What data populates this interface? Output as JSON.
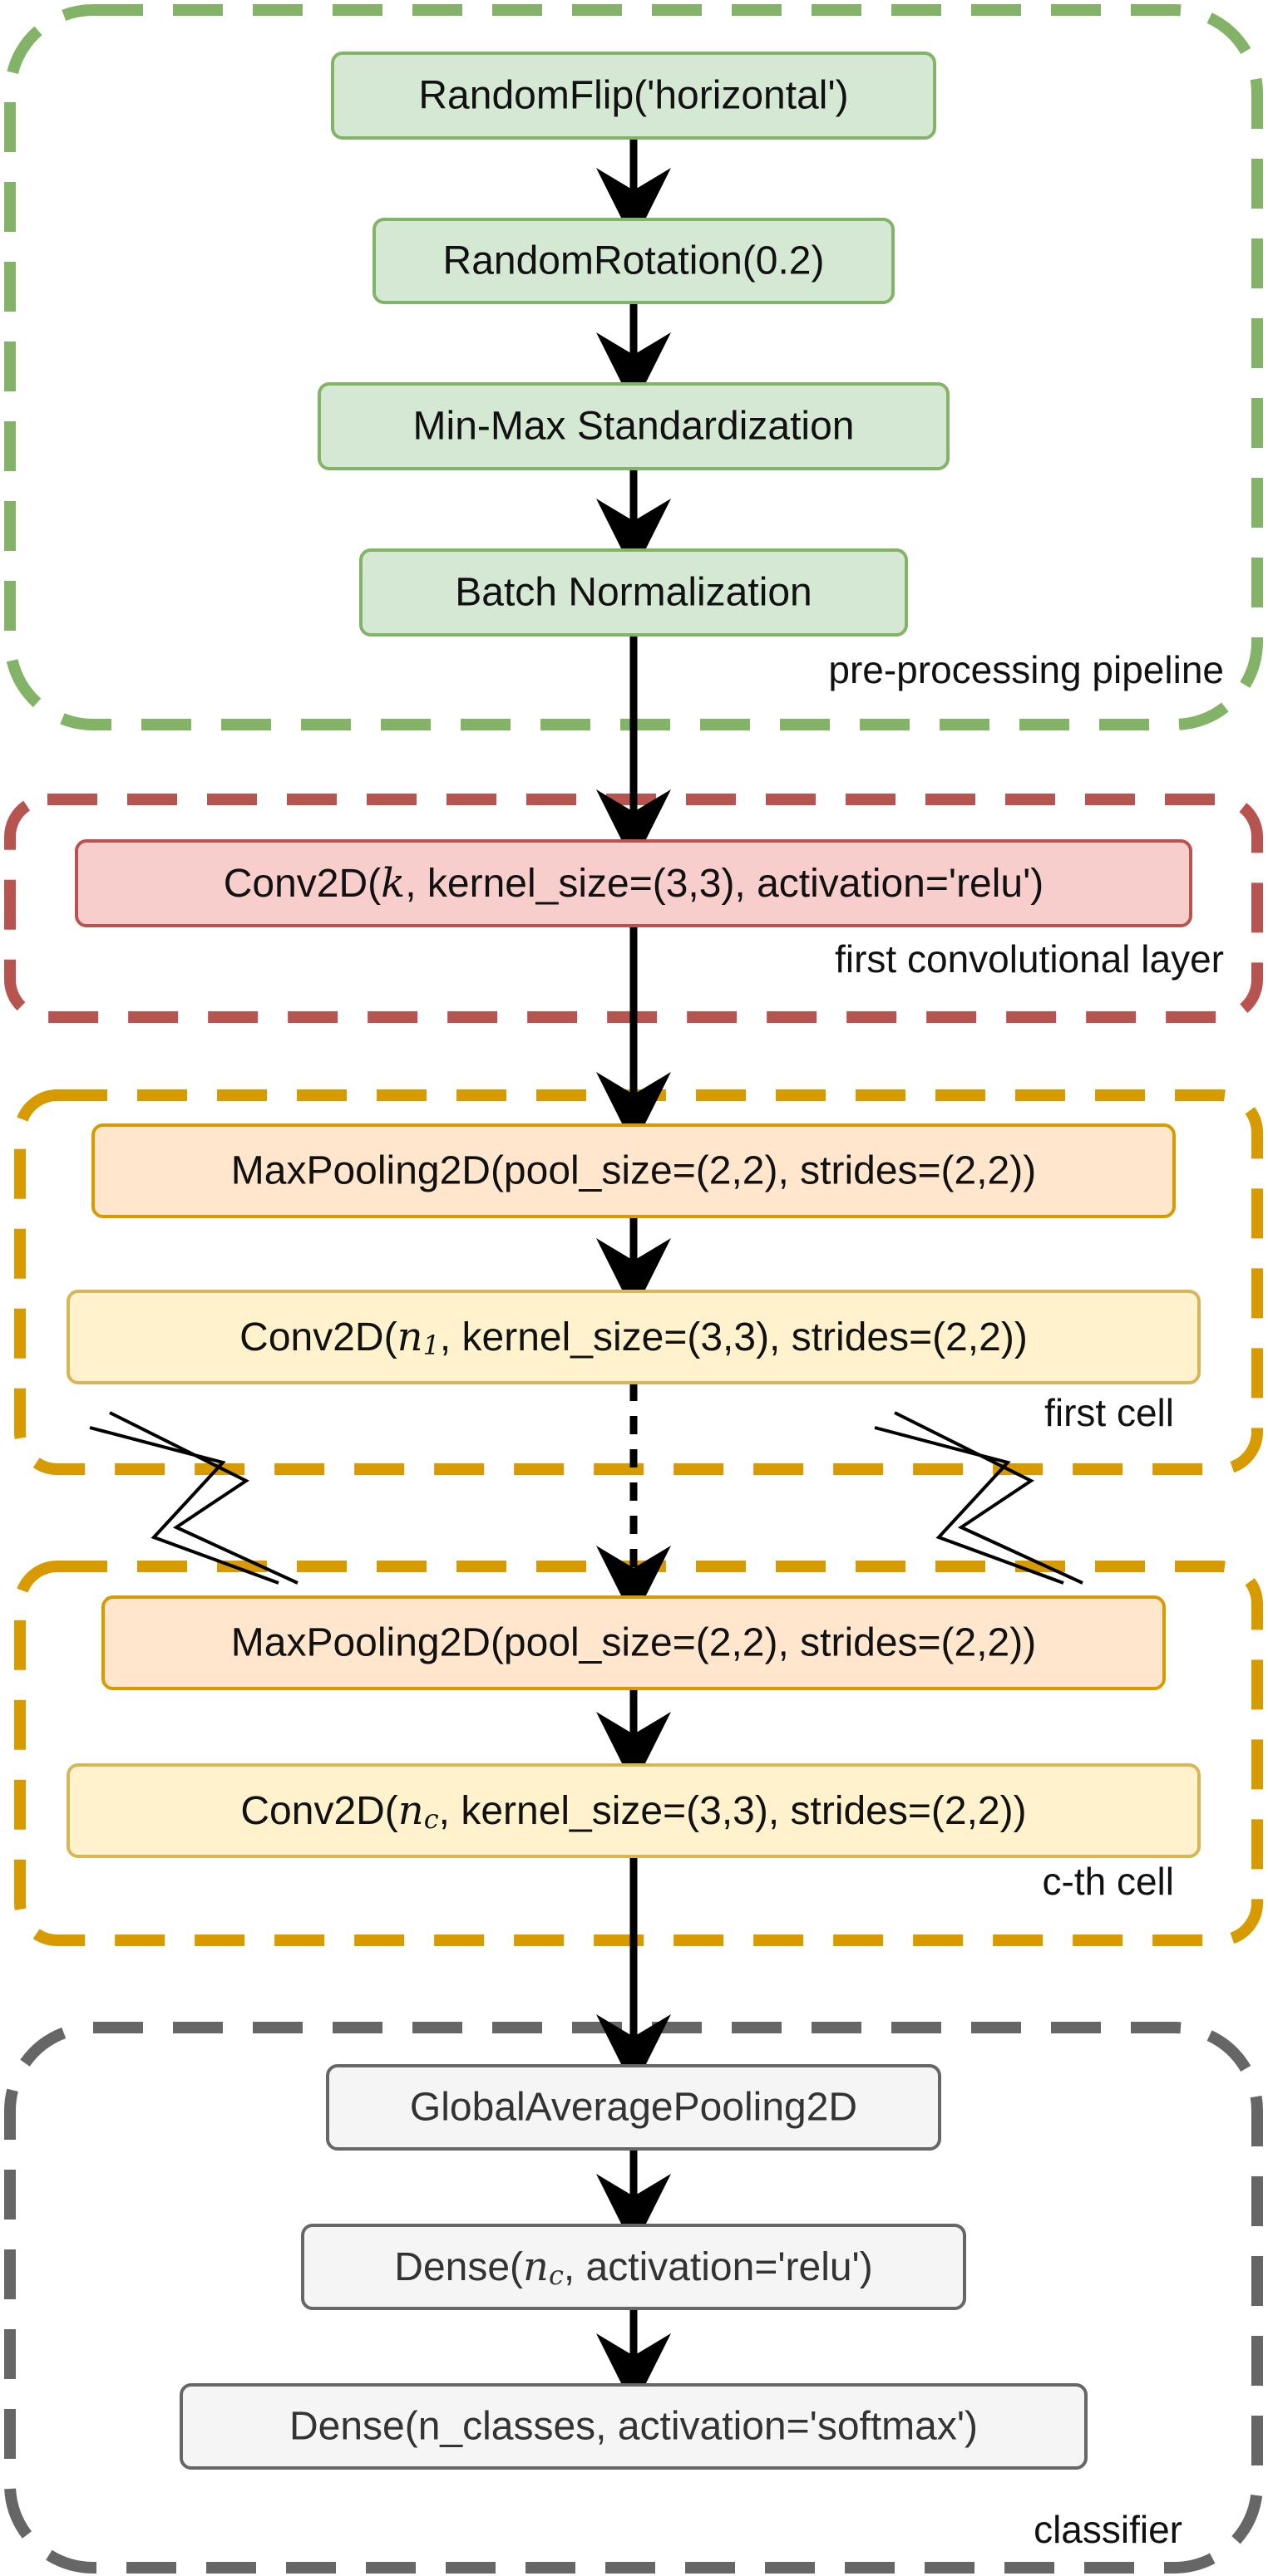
{
  "groups": {
    "preprocessing": {
      "label": "pre-processing pipeline",
      "color": "#82b366",
      "nodes": [
        "RandomFlip('horizontal')",
        "RandomRotation(0.2)",
        "Min-Max Standardization",
        "Batch Normalization"
      ]
    },
    "first_conv": {
      "label": "first convolutional layer",
      "color": "#b85450",
      "node": {
        "prefix": "Conv2D(",
        "math": "k",
        "suffix": ", kernel_size=(3,3), activation='relu')"
      }
    },
    "first_cell": {
      "label": "first cell",
      "color": "#d79b00",
      "pool": "MaxPooling2D(pool_size=(2,2), strides=(2,2))",
      "conv": {
        "prefix": "Conv2D(",
        "math": "n",
        "sub": "1",
        "suffix": ", kernel_size=(3,3), strides=(2,2))"
      }
    },
    "cth_cell": {
      "label": "c-th cell",
      "color": "#d79b00",
      "pool": "MaxPooling2D(pool_size=(2,2), strides=(2,2))",
      "conv": {
        "prefix": "Conv2D(",
        "math": "n",
        "sub": "c",
        "suffix": ", kernel_size=(3,3), strides=(2,2))"
      }
    },
    "classifier": {
      "label": "classifier",
      "color": "#666666",
      "gap": "GlobalAveragePooling2D",
      "dense1": {
        "prefix": "Dense(",
        "math": "n",
        "sub": "c",
        "suffix": ", activation='relu')"
      },
      "dense2": "Dense(n_classes, activation='softmax')"
    }
  },
  "colors": {
    "green_fill": "#d5e8d4",
    "green_stroke": "#82b366",
    "red_fill": "#f8cecc",
    "red_stroke": "#b85450",
    "orange_fill": "#ffe6cc",
    "orange_stroke": "#d79b00",
    "yellow_fill": "#fff2cc",
    "yellow_stroke": "#d6b656",
    "gray_fill": "#f5f5f5",
    "gray_stroke": "#666666"
  }
}
